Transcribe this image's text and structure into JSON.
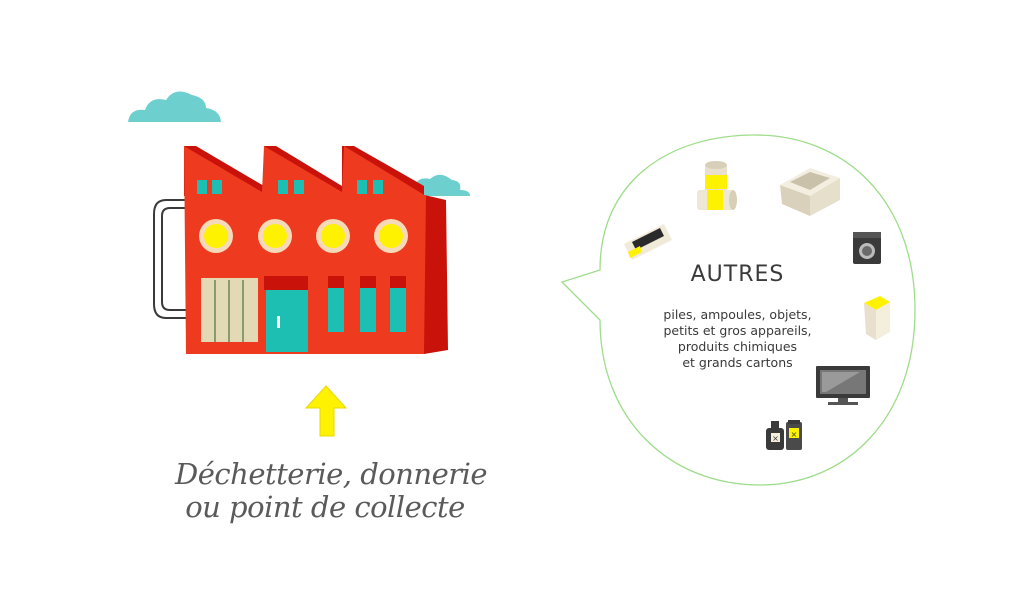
{
  "caption": {
    "line1": "Déchetterie, donnerie",
    "line2": "ou point de collecte"
  },
  "bubble": {
    "title": "AUTRES",
    "lines": [
      "piles, ampoules, objets,",
      "petits et gros appareils,",
      "produits chimiques",
      "et grands cartons"
    ]
  },
  "icons": [
    "battery-icon",
    "cardboard-box-icon",
    "cartridge-icon",
    "washing-machine-icon",
    "lightbulb-box-icon",
    "television-icon",
    "chemical-bottles-icon"
  ],
  "colors": {
    "factory": "#ee3a1f",
    "factory_dark": "#c8120a",
    "cloud": "#6ecfcf",
    "window": "#1dbfb2",
    "light": "#fff200",
    "arrow": "#fff200",
    "bubble_outline": "#9edd8a"
  }
}
